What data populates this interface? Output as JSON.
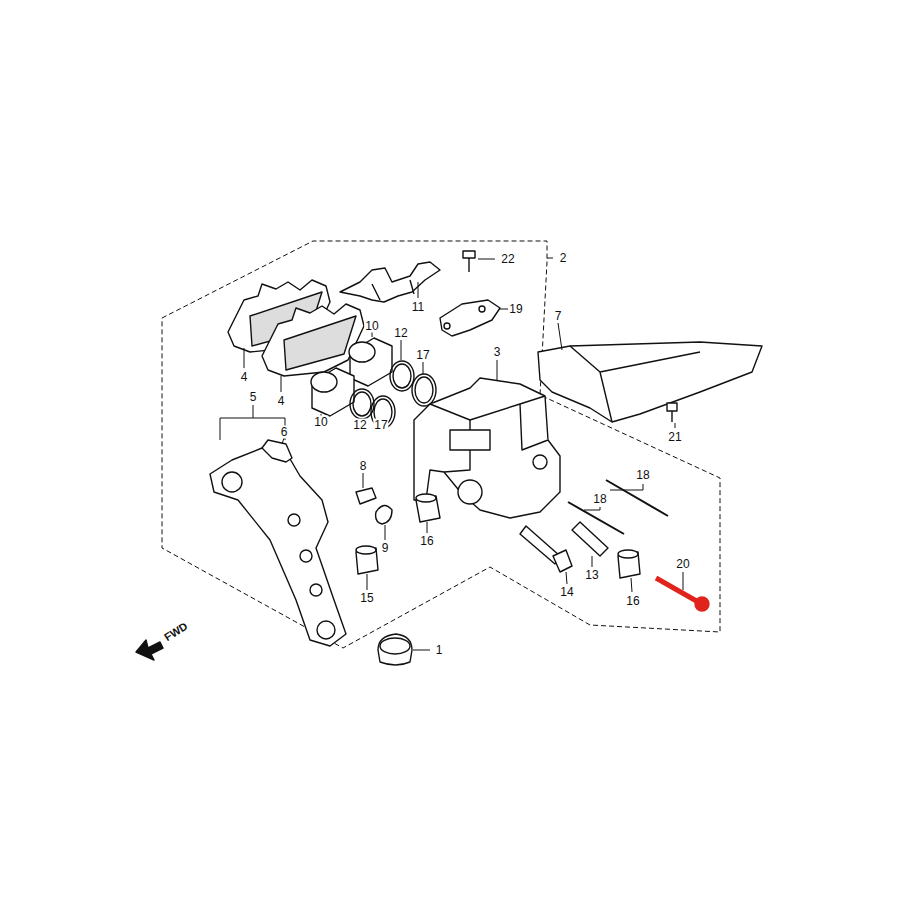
{
  "diagram": {
    "labels": [
      "22",
      "2",
      "11",
      "19",
      "10",
      "12",
      "17",
      "3",
      "7",
      "4",
      "4",
      "10",
      "12",
      "17",
      "5",
      "6",
      "21",
      "18",
      "8",
      "18",
      "16",
      "9",
      "20",
      "13",
      "16",
      "14",
      "15",
      "1",
      "FWD"
    ]
  }
}
